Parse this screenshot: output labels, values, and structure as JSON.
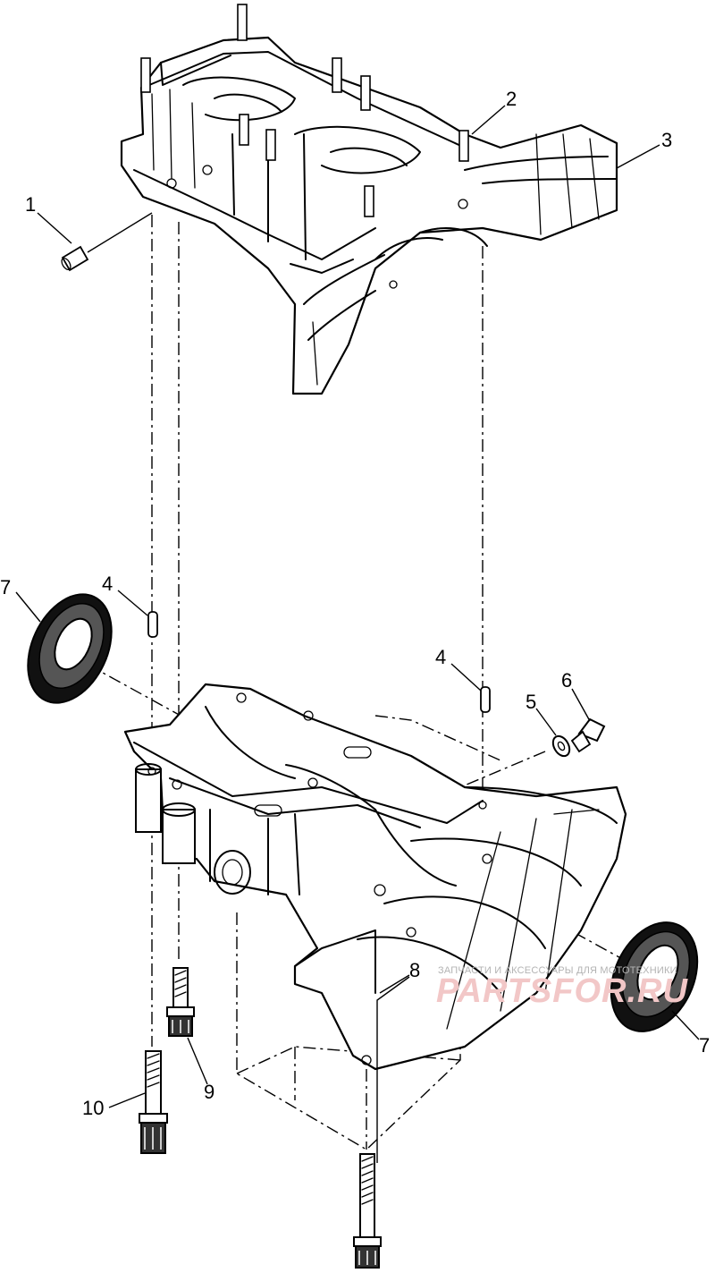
{
  "callouts": [
    {
      "id": "1",
      "label": "1"
    },
    {
      "id": "2",
      "label": "2"
    },
    {
      "id": "3",
      "label": "3"
    },
    {
      "id": "4a",
      "label": "4"
    },
    {
      "id": "4b",
      "label": "4"
    },
    {
      "id": "5",
      "label": "5"
    },
    {
      "id": "6",
      "label": "6"
    },
    {
      "id": "7a",
      "label": "7"
    },
    {
      "id": "7b",
      "label": "7"
    },
    {
      "id": "8",
      "label": "8"
    },
    {
      "id": "9",
      "label": "9"
    },
    {
      "id": "10",
      "label": "10"
    }
  ],
  "watermark": {
    "tagline": "ЗАПЧАСТИ И АКСЕССУАРЫ ДЛЯ МОТОТЕХНИКИ",
    "brand": "PARTSFOR.RU",
    "brand_color": "#f2c7c7"
  }
}
